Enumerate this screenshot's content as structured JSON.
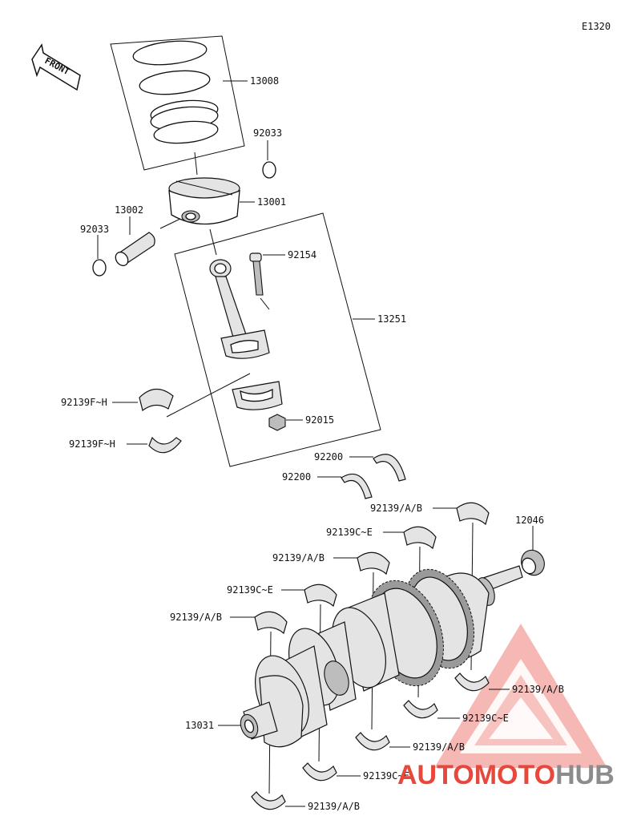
{
  "diagram_code": "E1320",
  "front_label": "FRONT",
  "brand": {
    "part_a": "AUTO",
    "part_b": "MOTO",
    "part_c": "HUB",
    "color_red": "#e8483c",
    "color_grey": "#8c8c8c"
  },
  "callouts": [
    {
      "id": "p13008",
      "text": "13008"
    },
    {
      "id": "p92033a",
      "text": "92033"
    },
    {
      "id": "p13001",
      "text": "13001"
    },
    {
      "id": "p13002",
      "text": "13002"
    },
    {
      "id": "p92033b",
      "text": "92033"
    },
    {
      "id": "p92154",
      "text": "92154"
    },
    {
      "id": "p13251",
      "text": "13251"
    },
    {
      "id": "p92139fh1",
      "text": "92139F~H"
    },
    {
      "id": "p92015",
      "text": "92015"
    },
    {
      "id": "p92139fh2",
      "text": "92139F~H"
    },
    {
      "id": "p92200a",
      "text": "92200"
    },
    {
      "id": "p92200b",
      "text": "92200"
    },
    {
      "id": "p92139ab1",
      "text": "92139/A/B"
    },
    {
      "id": "p12046",
      "text": "12046"
    },
    {
      "id": "p92139ce1",
      "text": "92139C~E"
    },
    {
      "id": "p92139ab2",
      "text": "92139/A/B"
    },
    {
      "id": "p92139ce2",
      "text": "92139C~E"
    },
    {
      "id": "p92139ab3",
      "text": "92139/A/B"
    },
    {
      "id": "p92139ab4",
      "text": "92139/A/B"
    },
    {
      "id": "p92139ce3",
      "text": "92139C~E"
    },
    {
      "id": "p13031",
      "text": "13031"
    },
    {
      "id": "p92139ab5",
      "text": "92139/A/B"
    },
    {
      "id": "p92139ce4",
      "text": "92139C~E"
    },
    {
      "id": "p92139ab6",
      "text": "92139/A/B"
    }
  ]
}
